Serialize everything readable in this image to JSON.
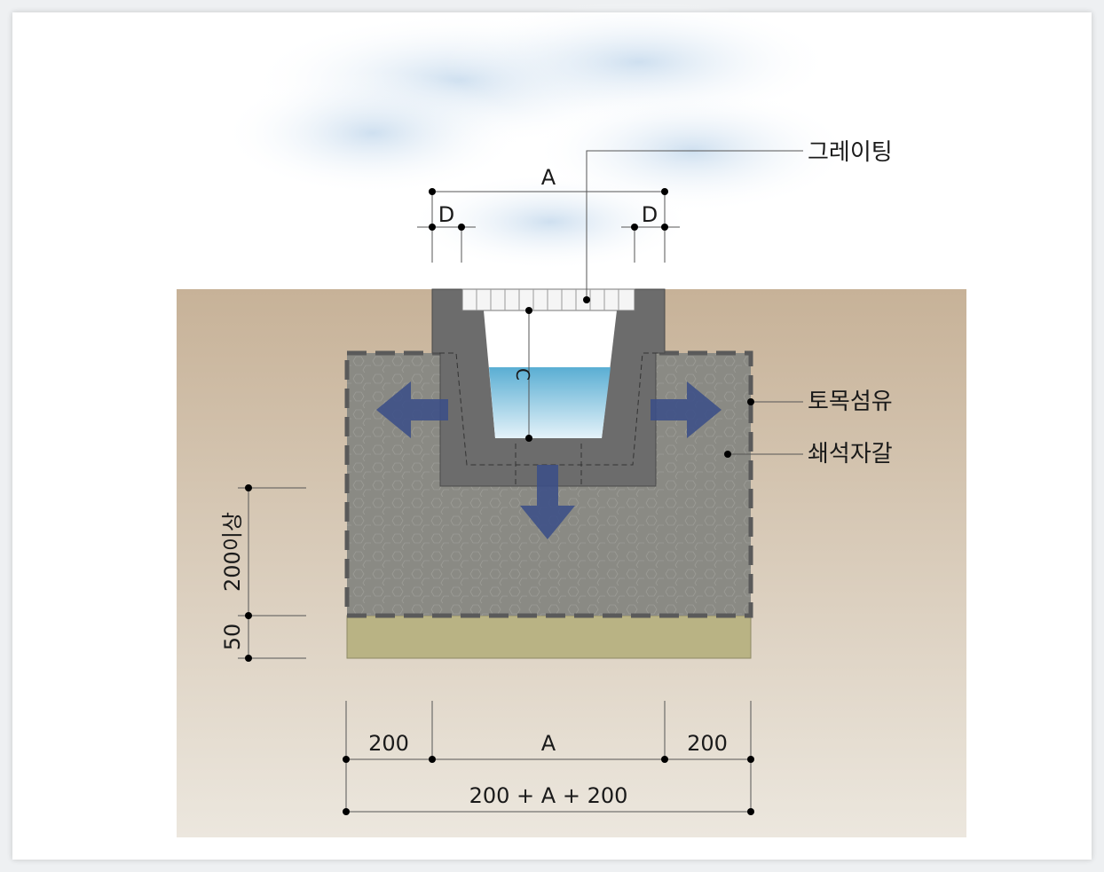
{
  "labels": {
    "grating": "그레이팅",
    "geotextile": "토목섬유",
    "crushed_stone": "쇄석자갈"
  },
  "dimensions": {
    "top_width": "A",
    "left_offset": "D",
    "right_offset": "D",
    "water_depth": "C",
    "depth_min": "200이상",
    "base_thickness": "50",
    "bottom_left": "200",
    "bottom_center": "A",
    "bottom_right": "200",
    "bottom_total": "200 + A + 200"
  },
  "colors": {
    "soil_top": "#c7b298",
    "soil_bottom": "#ece7de",
    "gravel": "#8a8a84",
    "concrete": "#6b6b6b",
    "sand_base": "#b9b384",
    "water": "#7fc0dc",
    "flow_arrow": "#3b4f88",
    "sky": "#d6e6f3"
  }
}
